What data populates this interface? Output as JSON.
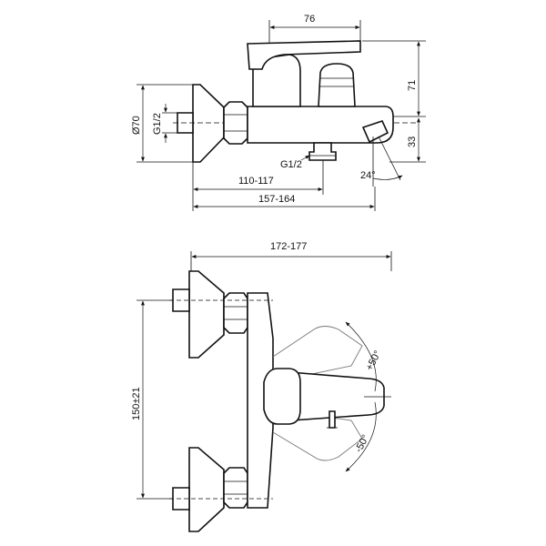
{
  "side_view": {
    "dim_top_width": "76",
    "dim_height_upper": "71",
    "dim_height_lower": "33",
    "dim_diameter": "Ø70",
    "dim_thread_left": "G1/2",
    "dim_thread_spout": "G1/2",
    "dim_angle": "24°",
    "dim_depth_short": "110-117",
    "dim_depth_long": "157-164"
  },
  "front_view": {
    "dim_total_width": "172-177",
    "dim_center_distance": "150±21",
    "dim_angle_up": "+50°",
    "dim_angle_down": "-50°"
  }
}
